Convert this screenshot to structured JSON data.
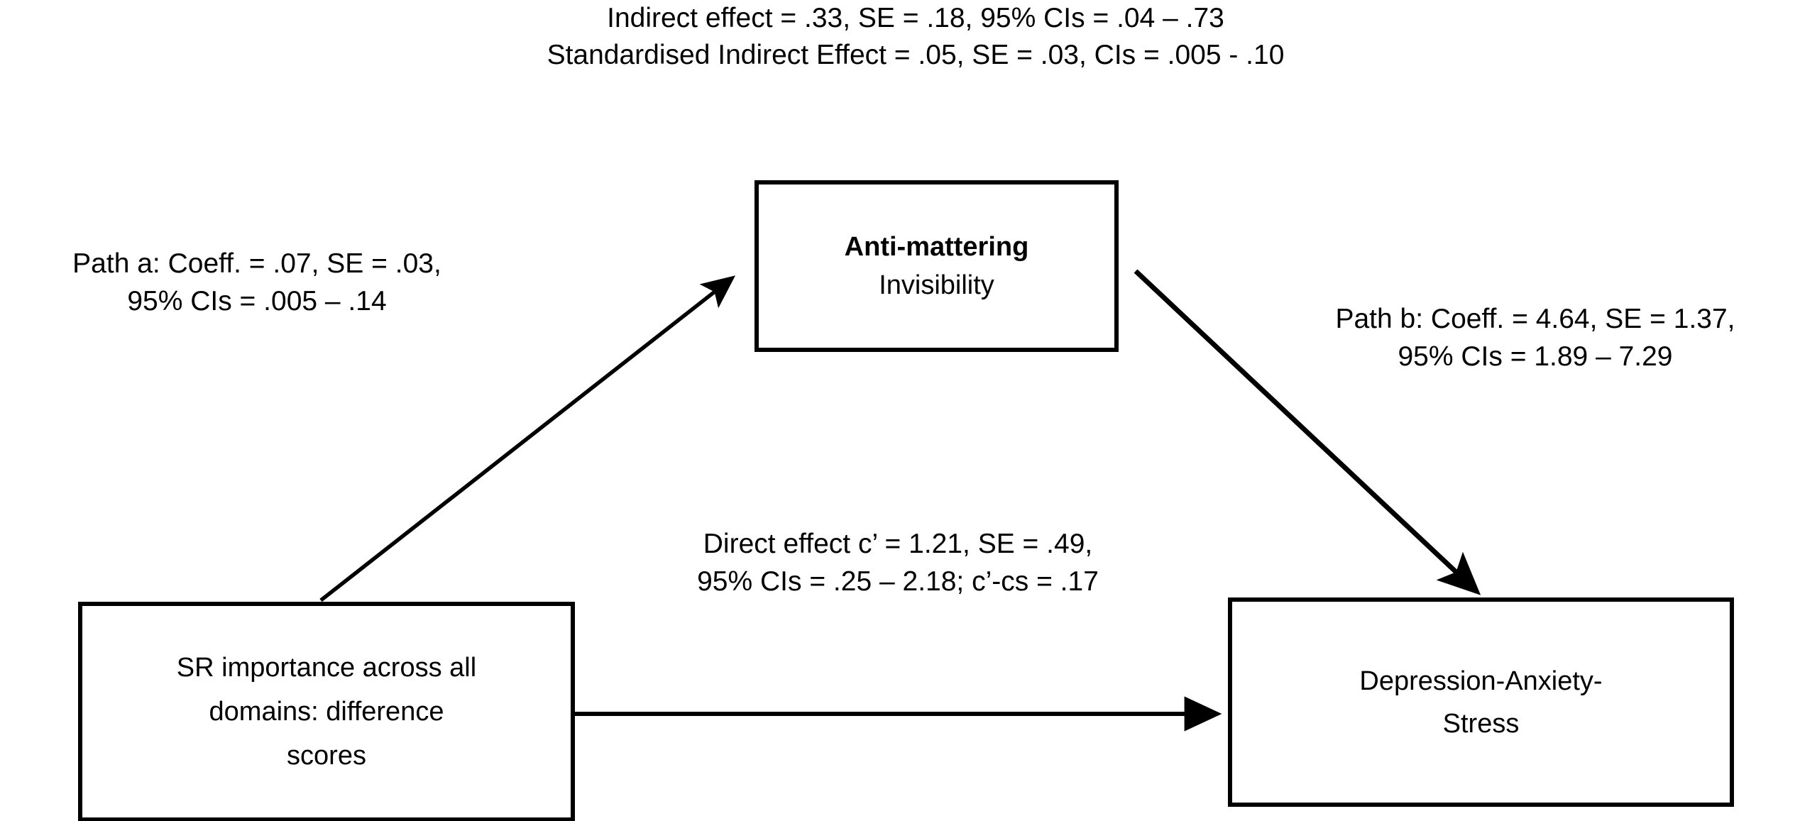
{
  "header": {
    "lines": [
      "Indirect effect  = .33, SE = .18, 95% CIs = .04 – .73",
      "Standardised Indirect Effect  = .05, SE = .03, CIs = .005 - .10"
    ]
  },
  "nodes": {
    "mediator": {
      "title": "Anti-mattering",
      "subtitle": "Invisibility"
    },
    "predictor": {
      "line1": "SR importance across all",
      "line2": "domains: difference",
      "line3": "scores"
    },
    "outcome": {
      "line1": "Depression-Anxiety-",
      "line2": "Stress"
    }
  },
  "paths": {
    "a": {
      "line1": "Path a: Coeff. = .07, SE = .03,",
      "line2": "95% CIs = .005 – .14"
    },
    "b": {
      "line1": "Path b: Coeff. = 4.64, SE = 1.37,",
      "line2": "95% CIs = 1.89 – 7.29"
    },
    "direct": {
      "line1": "Direct effect c’ = 1.21, SE = .49,",
      "line2": "95% CIs = .25 – 2.18; c’-cs = .17"
    }
  },
  "style": {
    "stroke": "#000000",
    "background": "#ffffff"
  }
}
